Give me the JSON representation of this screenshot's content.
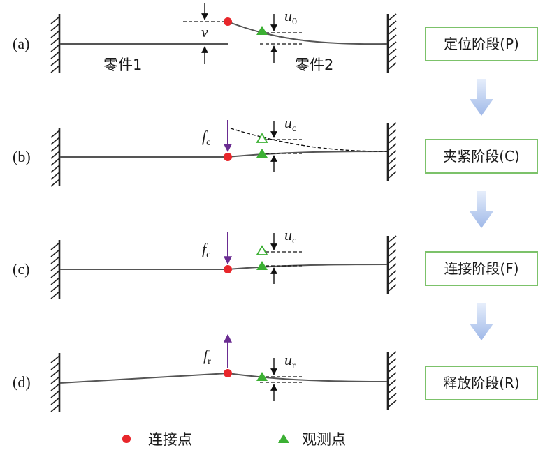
{
  "rows": [
    {
      "label": "(a)",
      "stage": "定位阶段(P)",
      "part1_label": "零件1",
      "part2_label": "零件2",
      "gap_symbol": "v",
      "disp_symbol": "u",
      "disp_sub": "0"
    },
    {
      "label": "(b)",
      "stage": "夹紧阶段(C)",
      "force_symbol": "f",
      "force_sub": "c",
      "disp_symbol": "u",
      "disp_sub": "c"
    },
    {
      "label": "(c)",
      "stage": "连接阶段(F)",
      "force_symbol": "f",
      "force_sub": "c",
      "disp_symbol": "u",
      "disp_sub": "c"
    },
    {
      "label": "(d)",
      "stage": "释放阶段(R)",
      "force_symbol": "f",
      "force_sub": "r",
      "disp_symbol": "u",
      "disp_sub": "r"
    }
  ],
  "legend": {
    "connection_point": "连接点",
    "observation_point": "观测点"
  },
  "colors": {
    "connection_point": "#e8262b",
    "observation_point": "#3cb034",
    "force_arrow": "#6a2c91",
    "stage_border": "#7cc26a",
    "flow_arrow": "#a9c1ea"
  }
}
